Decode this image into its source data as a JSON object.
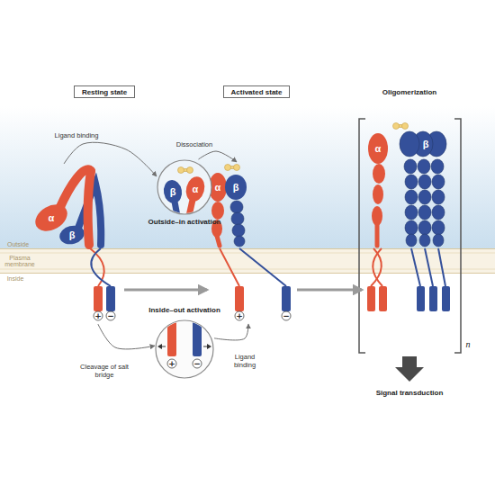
{
  "diagram": {
    "nodes": [
      {
        "text": [
          "Resting state"
        ]
      },
      {
        "text": [
          "Activated state"
        ]
      },
      {
        "text": [
          "β",
          "α",
          "Outside–in activation"
        ]
      },
      {
        "text": [
          "α",
          "β",
          "+",
          "−"
        ]
      },
      {
        "text": [
          "α",
          "β",
          "+",
          "−"
        ]
      },
      {
        "text": [
          "α",
          "β"
        ]
      },
      {
        "text": [
          "Inside–out activation",
          "+",
          "−"
        ]
      }
    ],
    "edges": [
      {
        "from": 3,
        "to": 2,
        "arrow": "to",
        "label": "Ligand binding"
      },
      {
        "from": 2,
        "to": 4,
        "arrow": "to",
        "label": "Dissociation"
      },
      {
        "from": 3,
        "to": 6,
        "arrow": "to",
        "label": "Cleavage of salt bridge"
      },
      {
        "from": 6,
        "to": 4,
        "arrow": "to",
        "label": "Ligand binding"
      },
      {
        "from": 3,
        "to": 4,
        "arrow": "to"
      },
      {
        "from": 4,
        "to": 5,
        "arrow": "to"
      }
    ],
    "labels": [
      "Oligomerization",
      "Outside",
      "Plasma membrane",
      "Inside",
      "n",
      "Signal transduction"
    ]
  }
}
